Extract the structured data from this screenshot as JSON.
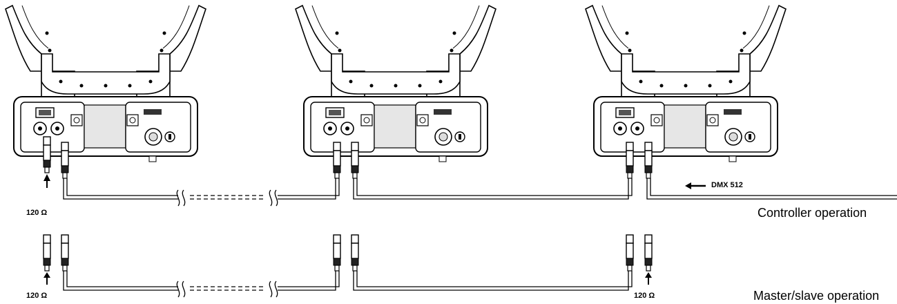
{
  "labels": {
    "dmx": "DMX 512",
    "terminator_top": "120 Ω",
    "terminator_bottom_left": "120 Ω",
    "terminator_bottom_right": "120 Ω",
    "controller_operation": "Controller operation",
    "master_slave_operation": "Master/slave operation"
  },
  "icons": {
    "signal_arrow": "arrow-left-icon",
    "terminator_arrow": "arrow-up-icon"
  },
  "colors": {
    "line": "#000000",
    "fixture_fill": "#ffffff",
    "panel_shade": "#e6e6e6"
  }
}
